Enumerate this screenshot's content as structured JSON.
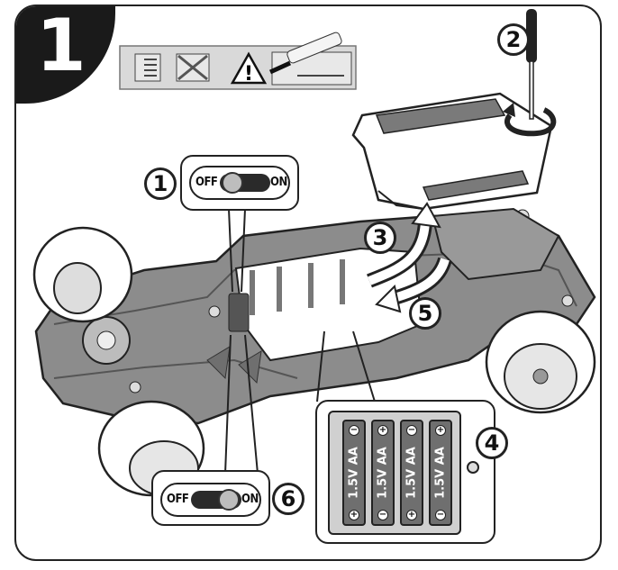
{
  "step": {
    "number": "1"
  },
  "callouts": [
    "1",
    "2",
    "3",
    "4",
    "5",
    "6"
  ],
  "switch_top": {
    "off": "OFF",
    "on": "ON"
  },
  "switch_bottom": {
    "off": "OFF",
    "on": "ON"
  },
  "batteries": [
    {
      "label": "1.5V AA",
      "top_sign": "−",
      "bottom_sign": "+"
    },
    {
      "label": "1.5V AA",
      "top_sign": "+",
      "bottom_sign": "−"
    },
    {
      "label": "1.5V AA",
      "top_sign": "−",
      "bottom_sign": "+"
    },
    {
      "label": "1.5V AA",
      "top_sign": "+",
      "bottom_sign": "−"
    }
  ],
  "warning_panel": {
    "icon": "warning-icon",
    "warning_sign": "!"
  },
  "colors": {
    "body": "#8c8c8c",
    "body_dark": "#6f6f6f",
    "panel": "#d6d6d6",
    "outline": "#222222"
  }
}
